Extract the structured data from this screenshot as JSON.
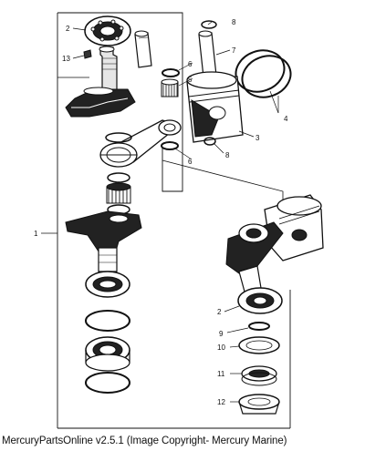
{
  "caption": "MercuryPartsOnline v2.5.1 (Image Copyright- Mercury Marine)",
  "callouts": {
    "c1": "1",
    "c2a": "2",
    "c2b": "2",
    "c3": "3",
    "c4": "4",
    "c5": "5",
    "c6a": "6",
    "c6b": "6",
    "c7": "7",
    "c8a": "8",
    "c8b": "8",
    "c9": "9",
    "c10": "10",
    "c11": "11",
    "c12": "12",
    "c13": "13"
  }
}
